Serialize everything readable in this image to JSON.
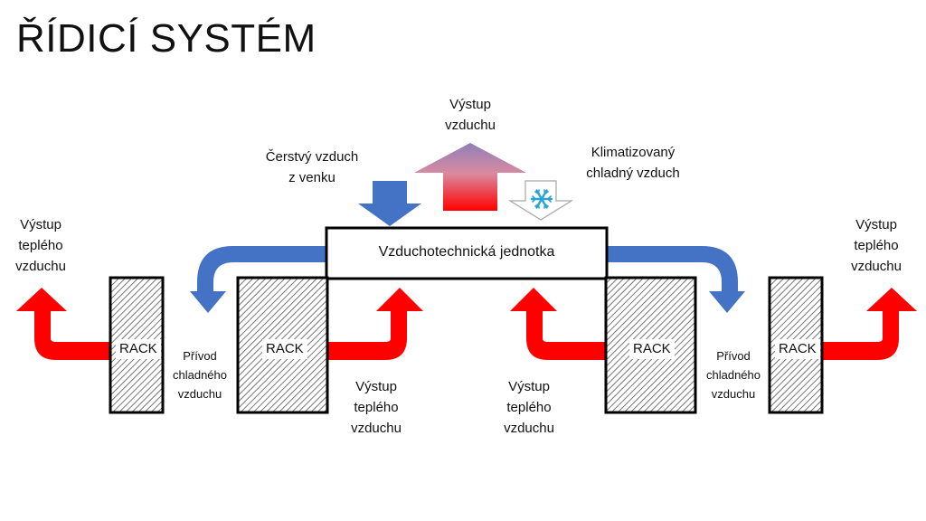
{
  "title": "ŘÍDICÍ SYSTÉM",
  "unit_label": "Vzduchotechnická jednotka",
  "rack_label": "RACK",
  "labels": {
    "exhaust_top": "Výstup\nvzduchu",
    "fresh_air": "Čerstvý vzduch\nz venku",
    "conditioned_air": "Klimatizovaný\nchladný vzduch",
    "warm_out_left": "Výstup\nteplého\nvzduchu",
    "warm_out_right": "Výstup\nteplého\nvzduchu",
    "cold_supply_left": "Přívod\nchladného\nvzduchu",
    "cold_supply_right": "Přívod\nchladného\nvzduchu",
    "warm_out_center_left": "Výstup\nteplého\nvzduchu",
    "warm_out_center_right": "Výstup\nteplého\nvzduchu"
  },
  "colors": {
    "cold_arrow": "#4472c4",
    "warm_arrow": "#ff0000",
    "exhaust_gradient_top": "#8f7fb8",
    "rack_hatch": "#555555"
  },
  "icons": {
    "snowflake": "snowflake-icon"
  }
}
